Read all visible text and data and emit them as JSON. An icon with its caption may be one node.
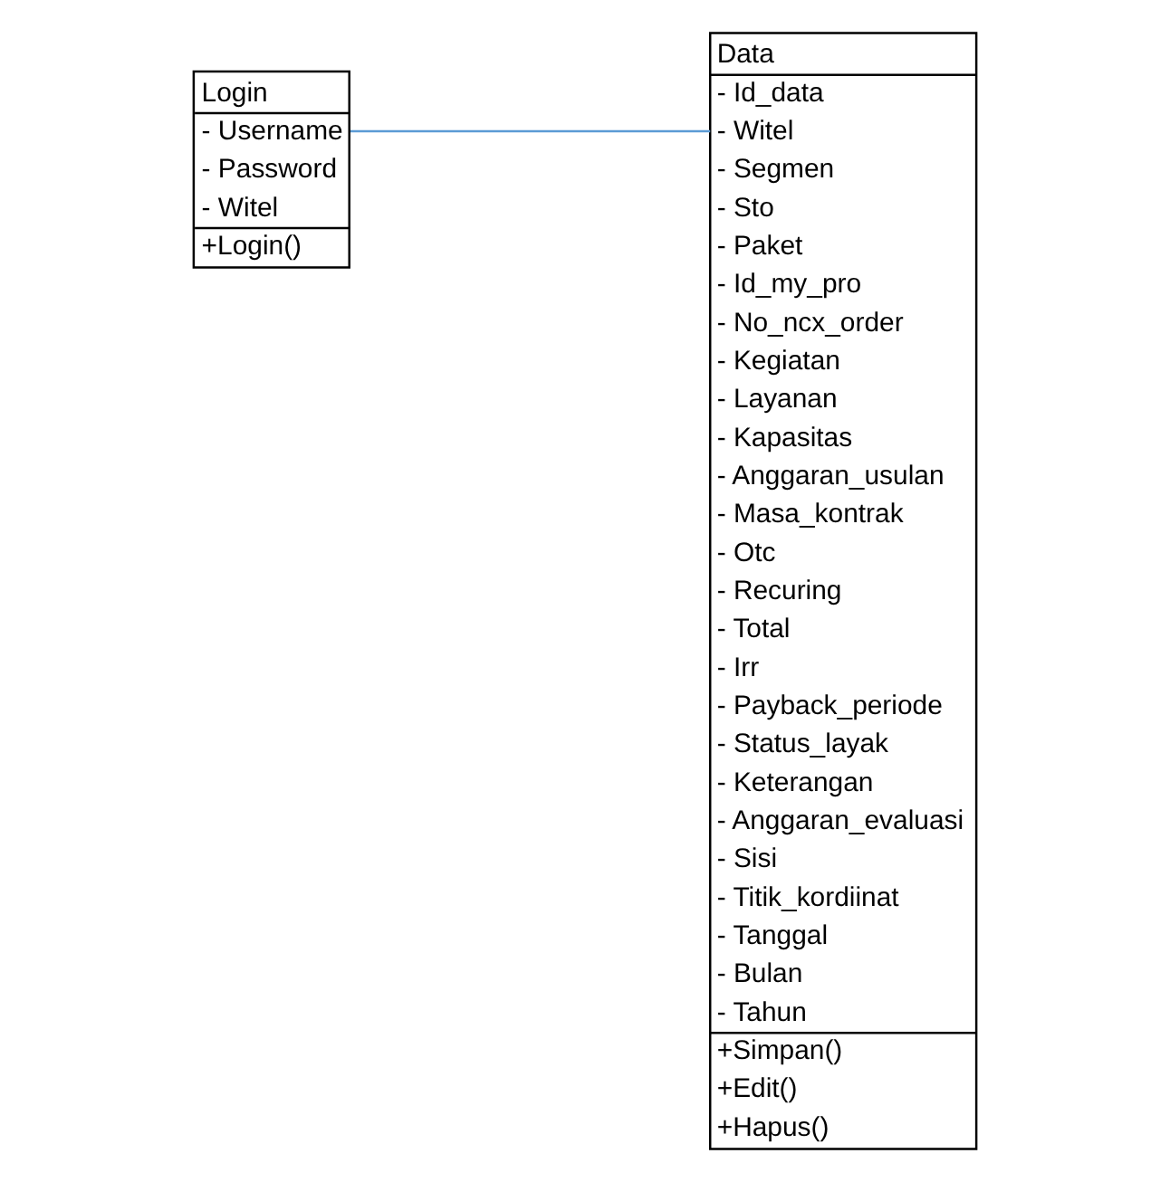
{
  "diagram": {
    "nodes": [
      {
        "text": [
          "Login",
          "- Username",
          "- Password",
          "- Witel",
          "+Login()"
        ]
      },
      {
        "text": [
          "Data",
          "- Id_data",
          "- Witel",
          "- Segmen",
          "- Sto",
          "- Paket",
          "- Id_my_pro",
          "- No_ncx_order",
          "- Kegiatan",
          "- Layanan",
          "- Kapasitas",
          "- Anggaran_usulan",
          "- Masa_kontrak",
          "- Otc",
          "- Recuring",
          "- Total",
          "- Irr",
          "- Payback_periode",
          "- Status_layak",
          "- Keterangan",
          "- Anggaran_evaluasi",
          "- Sisi",
          "- Titik_kordiinat",
          "- Tanggal",
          "- Bulan",
          "- Tahun",
          "+Simpan()",
          "+Edit()",
          "+Hapus()"
        ]
      }
    ],
    "edges": [
      {
        "from": 0,
        "to": 1,
        "arrow": "none"
      }
    ]
  }
}
